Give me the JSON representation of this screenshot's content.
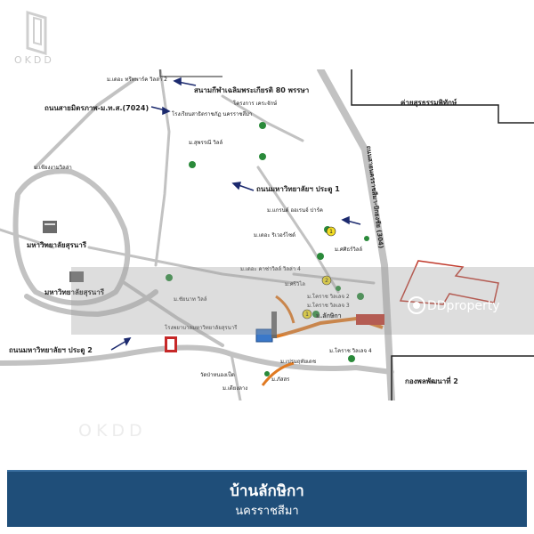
{
  "brand": {
    "logo_text": "OKDD",
    "watermark_text": "OKDD",
    "ddproperty_text": "DDproperty"
  },
  "map": {
    "labels": {
      "stadium": "สนามกีฬาเฉลิมพระเกียรติ 80 พรรษา",
      "road_mittraphap": "ถนนสายมิตรภาพ-ม.ท.ส.(7024)",
      "road_highway": "ถนนสายนครราชสีมา-ปักธงชัย (304)",
      "camp_top_right": "ค่ายสุรธรรมพิทักษ์",
      "camp_bottom_right": "กองพลพัฒนาที่ 2",
      "university_1": "มหาวิทยาลัยสุรนารี",
      "university_2": "มหาวิทยาลัยสุรนารี",
      "road_gate1": "ถนนมหาวิทยาลัยฯ ประตู 1",
      "road_gate2": "ถนนมหาวิทยาลัยฯ ประตู 2",
      "school_hospital": "โรงพยาบาลมหาวิทยาลัยสุรนารี",
      "project_lakchika": "ม.ลักษิกา",
      "top_cutoff_text": "ม.เดอะ ทรีทพาร์ค วิลล่า 2",
      "market": "โครงการ เคระจักษ์",
      "school_top": "โรงเรียนสาธิตราชภัฏ นครราชสีมา",
      "village_suphanni": "ม.สุพรรณี วิลล์",
      "village_chaingam": "ม.เชียงงามวิลล่า",
      "village_grand": "ม.แกรนด์ ออเรนจ์ ปาร์ค",
      "village_siri": "ม.ศศิธร์วิลล์",
      "village_riverside": "ม.เดอะ ริเวอร์ไซด์",
      "village_korat": "ม.เดอะ คาซ่าวิลล์ วิลล่า 4",
      "village_sri": "ม.ศรีวิไล",
      "village_k2": "ม.โคราช วิลเลจ 2",
      "village_k3": "ม.โคราช วิลเลจ 3",
      "village_kk": "ม.ชัยนาท วิลล์",
      "village_k4": "ม.โคราช วิลเลจ 4",
      "village_pluem": "ม.เปรมฤทัยเดช",
      "village_pattana": "ม.ภัสสร",
      "temple": "วัดป่าหนองเป็ด",
      "hospital": "ม.เดียงลาง"
    }
  },
  "footer": {
    "title": "บ้านลักษิกา",
    "subtitle": "นครราชสีมา"
  },
  "colors": {
    "footer_bg": "#1f4e79",
    "road_orange": "#e07a22",
    "road_gray": "#b6b6b6",
    "arrow_navy": "#1c2a6e",
    "highlight_red": "#c0392b",
    "pin_green": "#2a8a3a",
    "marker_yellow": "#f3dd24"
  }
}
